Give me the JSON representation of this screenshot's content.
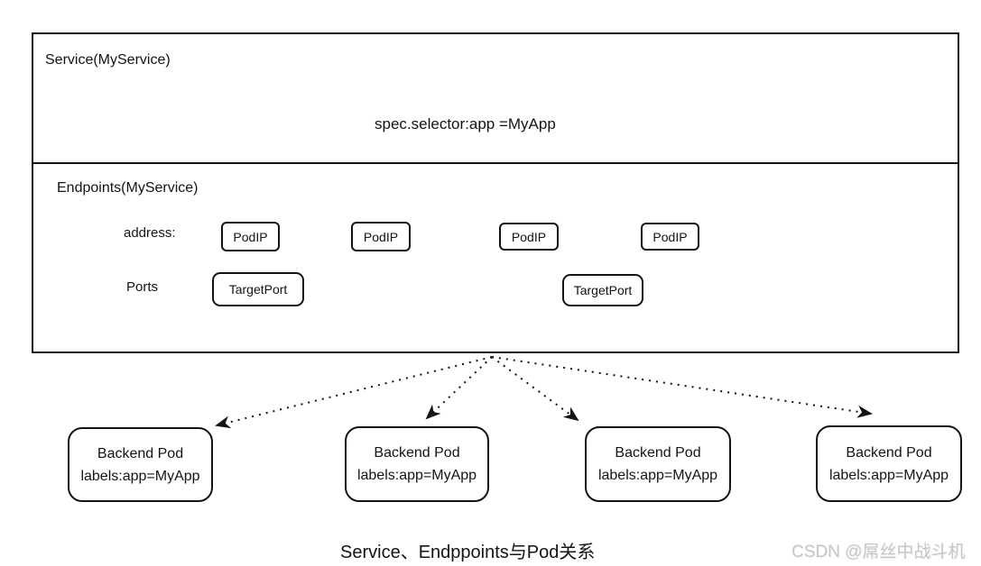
{
  "diagram": {
    "service": {
      "title": "Service(MyService)",
      "selector": "spec.selector:app =MyApp"
    },
    "endpoints": {
      "title": "Endpoints(MyService)",
      "address_label": "address:",
      "ports_label": "Ports",
      "pod_ips": [
        "PodIP",
        "PodIP",
        "PodIP",
        "PodIP"
      ],
      "target_ports": [
        "TargetPort",
        "TargetPort"
      ]
    },
    "backend_pods": [
      {
        "name": "Backend Pod",
        "labels": "labels:app=MyApp"
      },
      {
        "name": "Backend Pod",
        "labels": "labels:app=MyApp"
      },
      {
        "name": "Backend Pod",
        "labels": "labels:app=MyApp"
      },
      {
        "name": "Backend Pod",
        "labels": "labels:app=MyApp"
      }
    ],
    "caption": "Service、Endppoints与Pod关系",
    "watermark": "CSDN @屌丝中战斗机",
    "colors": {
      "line": "#141414",
      "text": "#141414",
      "watermark": "#c6c6c6"
    }
  }
}
